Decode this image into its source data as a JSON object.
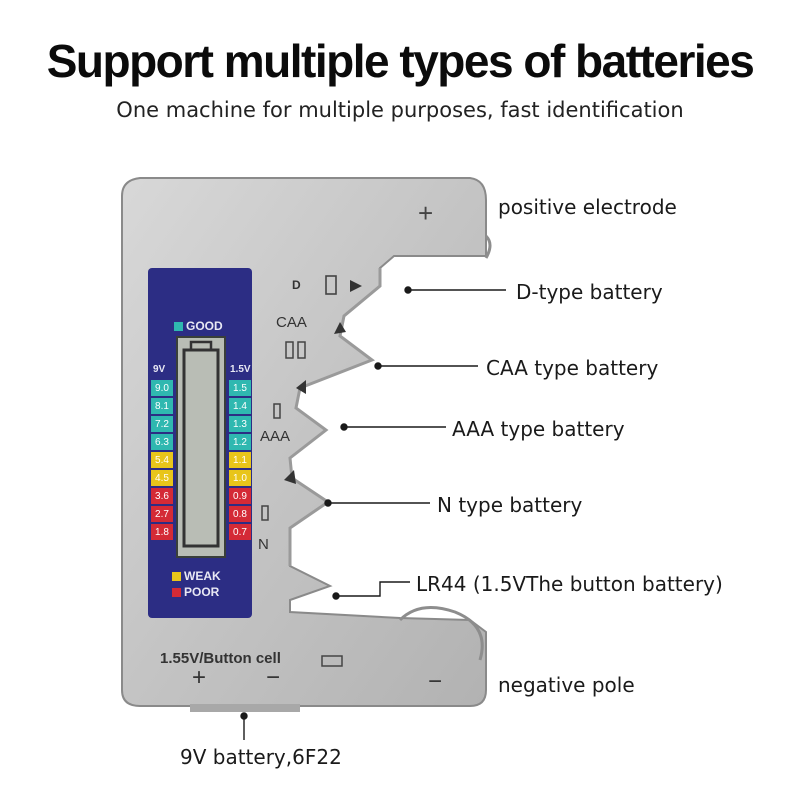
{
  "title": "Support multiple types of batteries",
  "subtitle": "One machine for multiple purposes, fast identification",
  "callouts": {
    "positive": "positive electrode",
    "d_type": "D-type battery",
    "caa_type": "CAA type battery",
    "aaa_type": "AAA type battery",
    "n_type": "N type battery",
    "lr44": "LR44 (1.5VThe button battery)",
    "negative": "negative pole",
    "nine_volt": "9V battery,6F22"
  },
  "device": {
    "plus_top": "+",
    "label_d": "D",
    "label_caa": "CAA",
    "label_aaa": "AAA",
    "label_n": "N",
    "button_cell": "1.55V/Button cell",
    "plus_bottom": "+",
    "minus_bottom_left": "−",
    "minus_bottom_right": "−"
  },
  "panel": {
    "good": "GOOD",
    "weak": "WEAK",
    "poor": "POOR",
    "col_left_header": "9V",
    "col_right_header": "1.5V",
    "left_values": [
      "9.0",
      "8.1",
      "7.2",
      "6.3",
      "5.4",
      "4.5",
      "3.6",
      "2.7",
      "1.8"
    ],
    "right_values": [
      "1.5",
      "1.4",
      "1.3",
      "1.2",
      "1.1",
      "1.0",
      "0.9",
      "0.8",
      "0.7"
    ],
    "colors": {
      "good": "#2fb8b0",
      "weak": "#e8c51a",
      "poor": "#d42a36",
      "panel_bg": "#2c2d84",
      "device_body": "#c9c9c9"
    }
  }
}
